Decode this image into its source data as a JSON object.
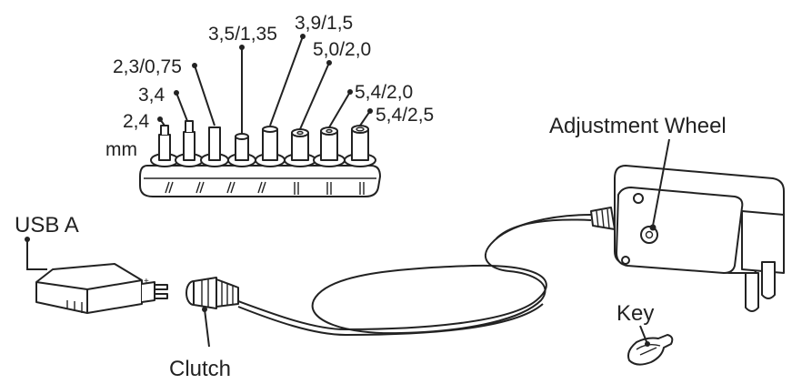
{
  "labels": {
    "unit": "mm",
    "tips": [
      "2,4",
      "3,4",
      "2,3/0,75",
      "3,5/1,35",
      "3,9/1,5",
      "5,0/2,0",
      "5,4/2,0",
      "5,4/2,5"
    ],
    "usb": "USB A",
    "clutch": "Clutch",
    "adjustment": "Adjustment Wheel",
    "key": "Key"
  }
}
